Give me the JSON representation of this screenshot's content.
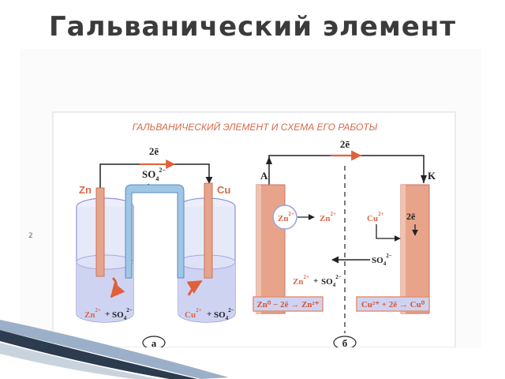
{
  "slide": {
    "title": "Гальванический элемент",
    "side_mark": "2"
  },
  "diagram": {
    "header": "ГАЛЬВАНИЧЕСКИЙ ЭЛЕМЕНТ И СХЕМА ЕГО РАБОТЫ",
    "left": {
      "electron_label": "2ē",
      "bridge_ion": "SO",
      "bridge_ion_sub": "4",
      "bridge_ion_sup": "2−",
      "anode_label": "Zn",
      "cathode_label": "Cu",
      "left_ion": "Zn",
      "left_ion_sup": "2+",
      "left_sulfate": "SO",
      "left_sulfate_sub": "4",
      "left_sulfate_sup": "2−",
      "right_ion": "Cu",
      "right_ion_sup": "2+",
      "right_sulfate": "SO",
      "right_sulfate_sub": "4",
      "right_sulfate_sup": "2−",
      "plus1": "+",
      "plus2": "+",
      "caption": "а"
    },
    "right": {
      "electron_label": "2ē",
      "anode_letter": "A",
      "cathode_letter": "K",
      "zn_atom": "Zn",
      "zn_atom_sup": "2+",
      "zn_ion": "Zn",
      "zn_ion_sup": "2+",
      "cu_ion": "Cu",
      "cu_ion_sup": "2+",
      "cathode_electrons": "2ē",
      "sulfate": "SO",
      "sulfate_sub": "4",
      "sulfate_sup": "2−",
      "ion_pair_zn": "Zn",
      "ion_pair_zn_sup": "2+",
      "ion_pair_plus": "+",
      "ion_pair_so": "SO",
      "ion_pair_so_sub": "4",
      "ion_pair_so_sup": "2−",
      "anode_eq": "Zn⁰ − 2ē → Zn²⁺",
      "cathode_eq": "Cu²⁺ + 2ē → Cu⁰",
      "caption": "б"
    },
    "colors": {
      "header_text": "#d66a4a",
      "electrode": "#e8a48a",
      "electrode_dark": "#c9735a",
      "solution": "#cfd3f2",
      "beaker": "#8d93d6",
      "bridge": "#9fc6e4",
      "arrow": "#e0603a",
      "dark": "#222222",
      "eq_box": "#cfd3f2",
      "eq_border": "#e59070",
      "eq_text": "#ffffff"
    }
  }
}
